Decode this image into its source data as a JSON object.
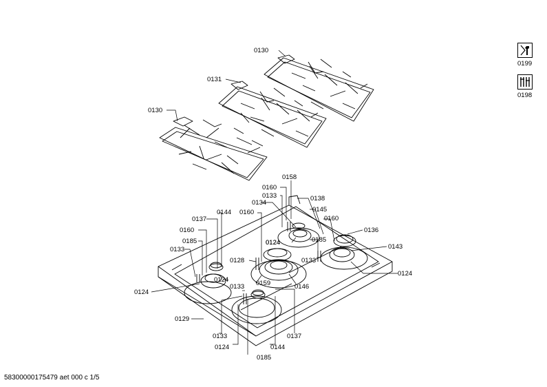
{
  "footer": "58300000175479 aet 000 c 1/5",
  "side_icons": [
    {
      "label": "0199",
      "icon": "wrench-icon"
    },
    {
      "label": "0198",
      "icon": "tools-icon"
    }
  ],
  "callouts": [
    "0130",
    "0131",
    "0130",
    "0158",
    "0160",
    "0133",
    "0134",
    "0138",
    "0145",
    "0160",
    "0136",
    "0143",
    "0124",
    "0137",
    "0144",
    "0160",
    "0160",
    "0185",
    "0133",
    "0124",
    "0185",
    "0128",
    "0133",
    "0124",
    "0133",
    "0159",
    "0146",
    "0124",
    "0129",
    "0133",
    "0124",
    "0185",
    "0144",
    "0137"
  ]
}
